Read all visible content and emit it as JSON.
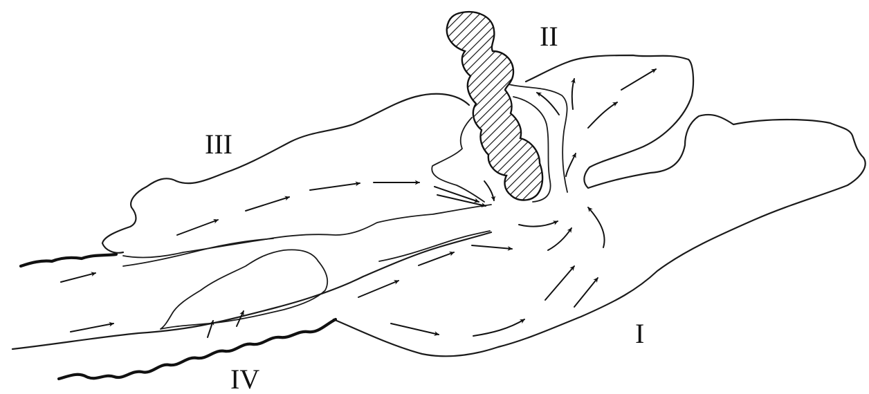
{
  "labels": {
    "region_1": "I",
    "region_2": "II",
    "region_3": "III",
    "region_4": "IV"
  },
  "colors": {
    "ink": "#111111",
    "background": "#ffffff"
  }
}
